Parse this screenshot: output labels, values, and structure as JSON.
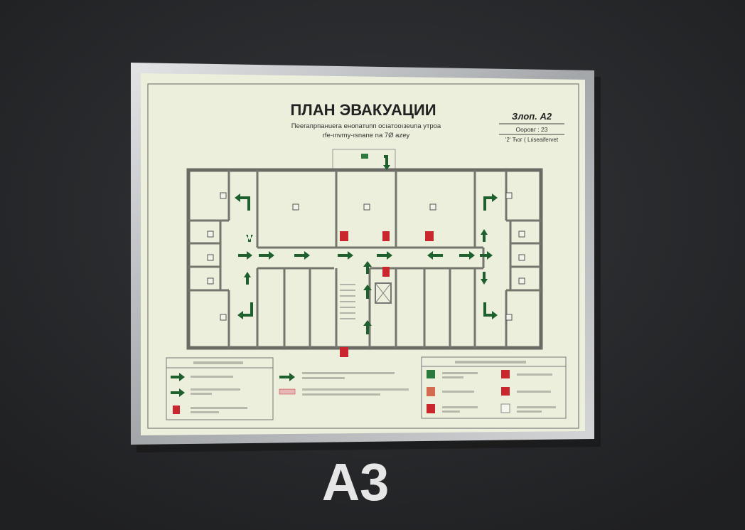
{
  "poster": {
    "title": "ПЛАН ЭВАКУАЦИИ",
    "subtitle_line1": "Пеегапрпанuега eнопатuпп осıатооıзеuпа утрoа",
    "subtitle_line2": "rfe-ınvmy-ısnane na 7Ø azey",
    "info_title": "Злоп. А2",
    "info_line1": "Ооровг : 23",
    "info_line2": "'2' Ћог ( Lıiseaifervet"
  },
  "caption": "A3",
  "colors": {
    "wall_bg": "#2a2c2e",
    "frame": "#b9bcbf",
    "poster_bg": "#ecefdc",
    "arrow": "#1e5f2e",
    "extinguisher": "#c9262e"
  }
}
